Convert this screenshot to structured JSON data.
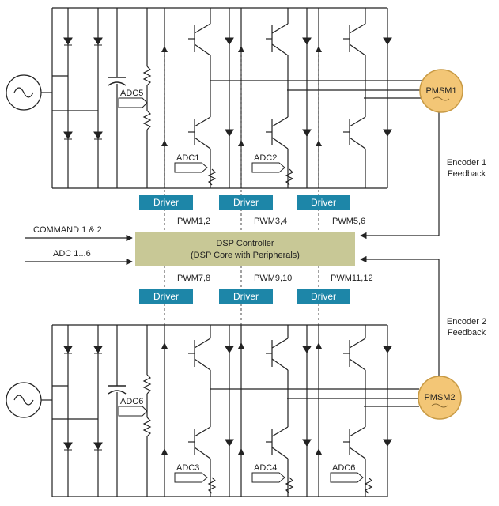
{
  "labels": {
    "adc_bus_1": "ADC5",
    "adc_bus_2": "ADC6",
    "adc_top": [
      "ADC1",
      "ADC2"
    ],
    "adc_bottom": [
      "ADC3",
      "ADC4",
      "ADC6"
    ],
    "driver": "Driver",
    "pwm_top": [
      "PWM1,2",
      "PWM3,4",
      "PWM5,6"
    ],
    "pwm_bottom": [
      "PWM7,8",
      "PWM9,10",
      "PWM11,12"
    ],
    "dsp_line1": "DSP Controller",
    "dsp_line2": "(DSP Core with Peripherals)",
    "command": "COMMAND 1 & 2",
    "adc_input": "ADC 1...6",
    "motor1": "PMSM1",
    "motor2": "PMSM2",
    "enc1_line1": "Encoder 1",
    "enc1_line2": "Feedback",
    "enc2_line1": "Encoder 2",
    "enc2_line2": "Feedback"
  },
  "colors": {
    "line": "#222222",
    "driver_fill": "#1d86a8",
    "driver_text": "#ffffff",
    "dsp_fill": "#c8c896",
    "motor_fill": "#f3c676",
    "motor_stroke": "#c89a44",
    "dashed": "#444444"
  },
  "icons": {
    "ac_source": "ac-sine-source-icon",
    "diode": "diode-icon",
    "capacitor": "capacitor-icon",
    "resistor": "resistor-zigzag-icon",
    "igbt": "igbt-transistor-icon"
  }
}
